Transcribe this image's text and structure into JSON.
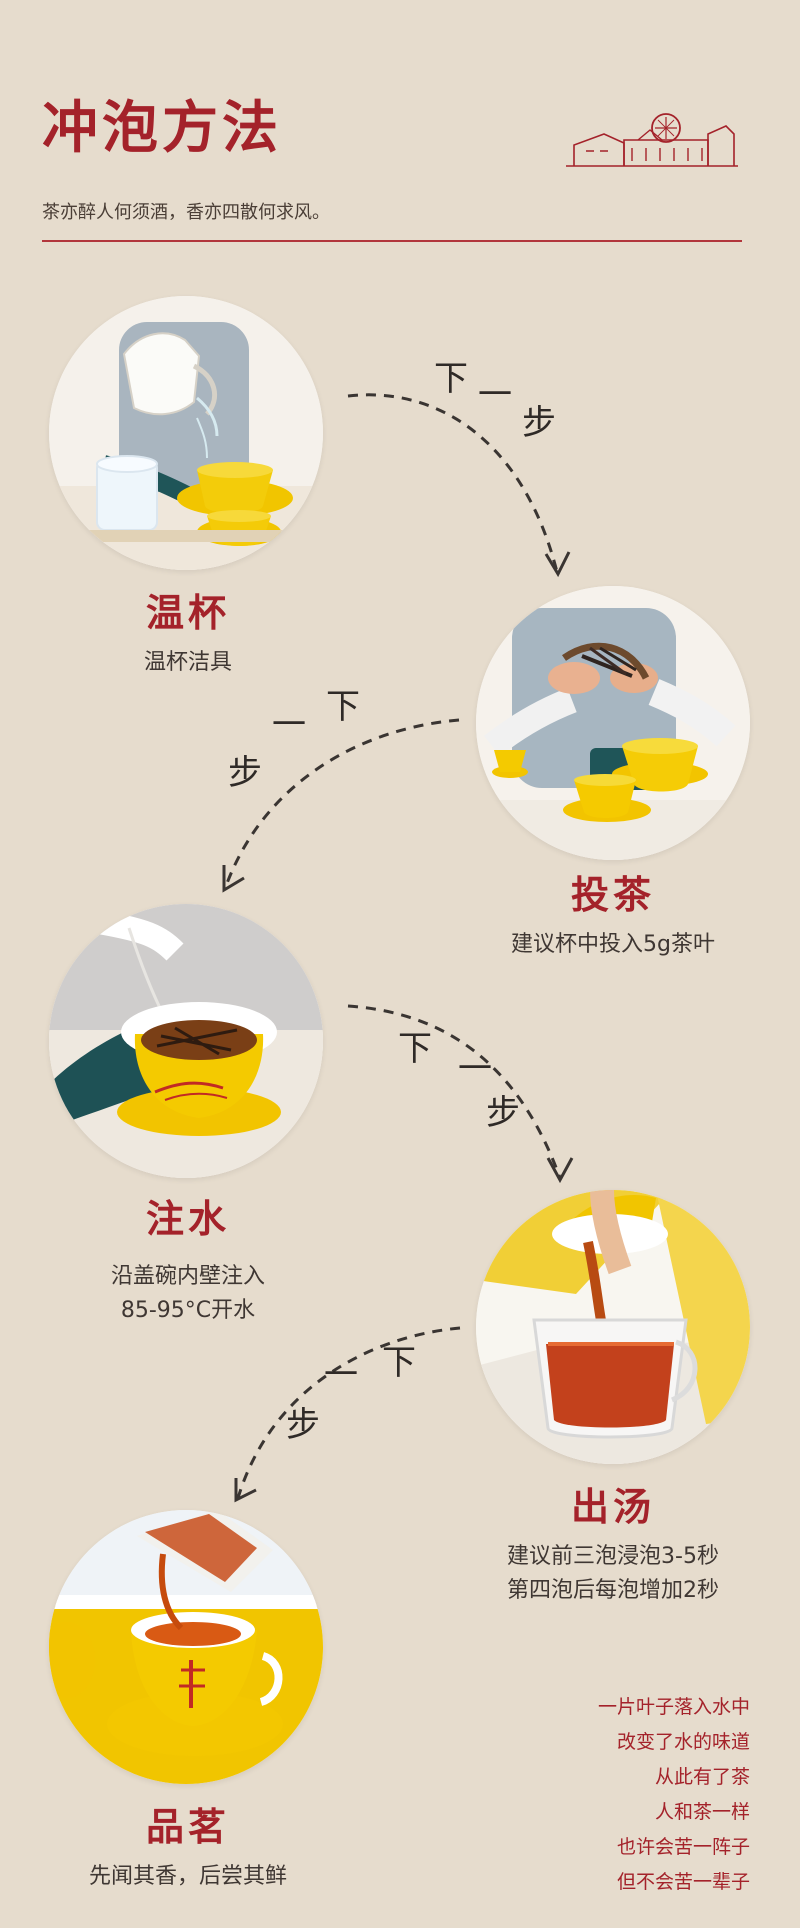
{
  "header": {
    "title": "冲泡方法",
    "subtitle": "茶亦醉人何须酒，香亦四散何求风。"
  },
  "arrow_text": {
    "down": "下",
    "one": "一",
    "step": "步"
  },
  "steps": [
    {
      "title": "温杯",
      "desc": [
        "温杯洁具"
      ],
      "icon": "cup-warming-photo"
    },
    {
      "title": "投茶",
      "desc": [
        "建议杯中投入5g茶叶"
      ],
      "icon": "tea-adding-photo"
    },
    {
      "title": "注水",
      "desc": [
        "沿盖碗内壁注入",
        "85-95°C开水"
      ],
      "icon": "water-pouring-photo"
    },
    {
      "title": "出汤",
      "desc": [
        "建议前三泡浸泡3-5秒",
        "第四泡后每泡增加2秒"
      ],
      "icon": "tea-straining-photo"
    },
    {
      "title": "品茗",
      "desc": [
        "先闻其香，后尝其鲜"
      ],
      "icon": "tea-tasting-photo"
    }
  ],
  "poem": [
    "一片叶子落入水中",
    "改变了水的味道",
    "从此有了茶",
    "人和茶一样",
    "也许会苦一阵子",
    "但不会苦一辈子"
  ],
  "colors": {
    "background": "#e6dccd",
    "accent": "#a4222a",
    "text": "#3f3733",
    "cup_yellow": "#f2c400"
  }
}
